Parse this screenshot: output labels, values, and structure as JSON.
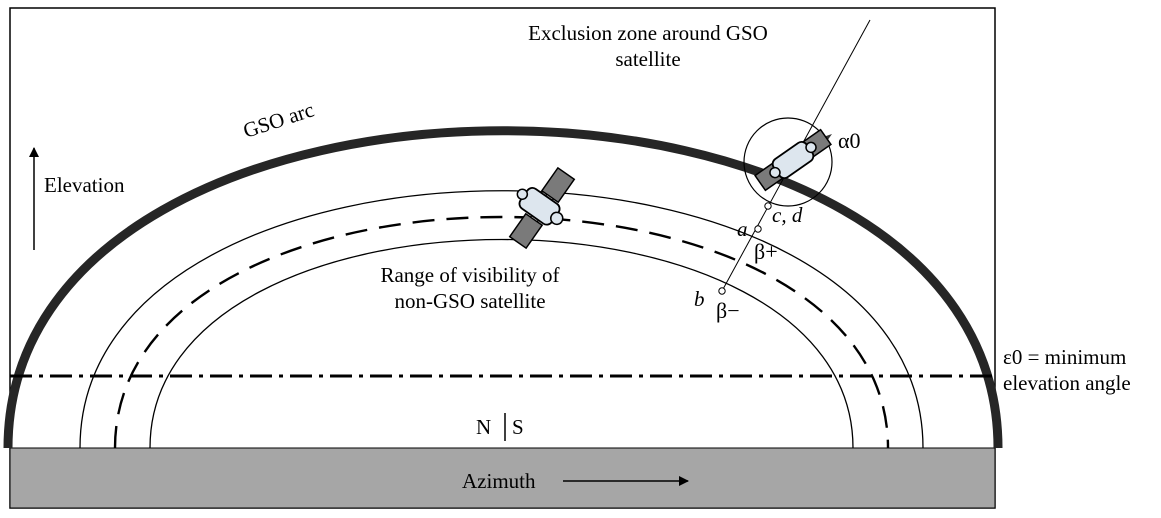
{
  "diagram": {
    "title_exclusion": [
      "Exclusion zone around GSO",
      "satellite"
    ],
    "gso_arc_label": "GSO arc",
    "elevation_label": "Elevation",
    "range_label": [
      "Range of visibility of",
      "non-GSO satellite"
    ],
    "min_elevation_label": [
      "ε0 = minimum",
      "elevation angle"
    ],
    "azimuth_label": "Azimuth",
    "ns_label": {
      "north": "N",
      "south": "S"
    },
    "points": {
      "a": "a",
      "b": "b",
      "cd": "c, d",
      "alpha0": "α0",
      "beta_plus": "β+",
      "beta_minus": "β−"
    },
    "colors": {
      "ground": "#a6a6a6",
      "gso_arc": "#262626",
      "lines": "#000000",
      "satellite_body": "#8c8c8c",
      "satellite_panel": "#7a7a7a"
    },
    "icons": [
      "satellite-icon"
    ]
  }
}
